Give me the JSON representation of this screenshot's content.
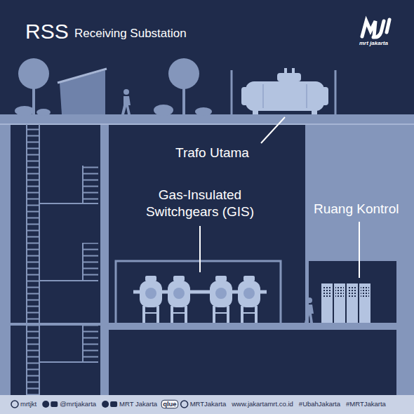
{
  "diagram": {
    "title": "RSS",
    "labels": [
      "Receiving Substation",
      "mrt jakarta",
      "Trafo Utama",
      "Gas-Insulated Switchgears (GIS)",
      "Ruang Kontrol",
      "mrtjkt",
      "@mrtjakarta",
      "MRT Jakarta",
      "qlue",
      "MRTJakarta",
      "www.jakartamrt.co.id",
      "#UbahJakarta",
      "#MRTJakarta"
    ]
  }
}
